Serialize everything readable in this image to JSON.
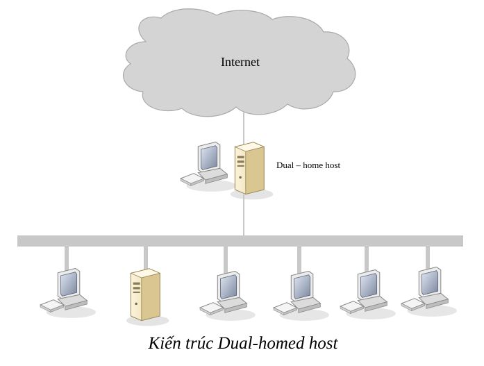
{
  "diagram": {
    "cloud_label": "Internet",
    "gateway_label": "Dual – home host",
    "caption": "Kiến trúc Dual-homed host",
    "lan_nodes": [
      "workstation",
      "server",
      "workstation",
      "workstation",
      "workstation",
      "workstation"
    ]
  },
  "colors": {
    "cloud_fill": "#d4d4d4",
    "cloud_stroke": "#a9a9a9",
    "bus": "#c8c8c8",
    "link": "#c8c8c8",
    "tower": "#f2e6c4",
    "tower_shadow": "#c9b684",
    "monitor": "#f0f0f0",
    "screen": "#9aa4b8"
  }
}
